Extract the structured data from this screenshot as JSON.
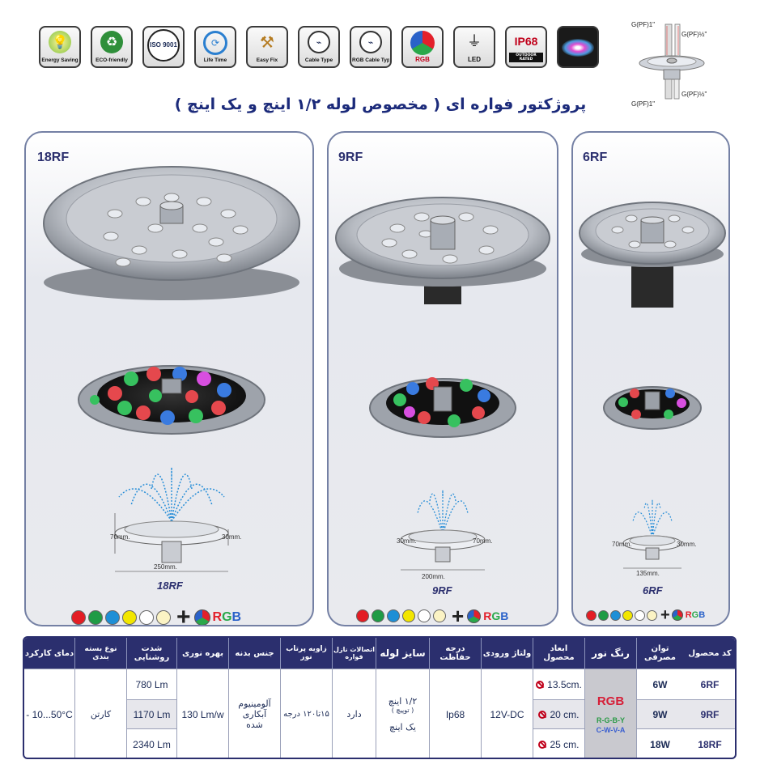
{
  "badges": [
    {
      "label": "Energy Saving",
      "icon": "bulb-icon"
    },
    {
      "label": "ECO-friendly",
      "icon": "recycle-icon"
    },
    {
      "label": "ISO 9001",
      "icon": "iso-seal-icon"
    },
    {
      "label": "Life Time",
      "icon": "clock-icon"
    },
    {
      "label": "Easy Fix",
      "icon": "tools-icon"
    },
    {
      "label": "Cable Type",
      "icon": "cable-icon"
    },
    {
      "label": "RGB Cable Type",
      "icon": "rgb-cable-icon"
    },
    {
      "label": "RGB",
      "icon": "rgb-wheel-icon"
    },
    {
      "label": "LED",
      "icon": "led-icon"
    },
    {
      "label": "IP68",
      "sub": "OUTDOOR RATED",
      "icon": "ip68-icon"
    },
    {
      "label": "",
      "icon": "fountain-photo-icon"
    }
  ],
  "pipe_diagram": {
    "top_left": "G(PF)1\"",
    "top_right": "G(PF)½\"",
    "bottom_left": "G(PF)1\"",
    "bottom_right": "G(PF)½\""
  },
  "headline": "پروژکتور فواره ای ( مخصوص لوله ۱/۲ اینچ و یک اینچ )",
  "panels": [
    {
      "title": "18RF",
      "width_label": "250mm.",
      "height_label": "70mm.",
      "depth_label": "30mm.",
      "model_label": "18RF",
      "rgb_label": "RGB"
    },
    {
      "title": "9RF",
      "width_label": "200mm.",
      "height_label": "70mm.",
      "depth_label": "30mm.",
      "model_label": "9RF",
      "rgb_label": "RGB"
    },
    {
      "title": "6RF",
      "width_label": "135mm.",
      "height_label": "70mm.",
      "depth_label": "30mm.",
      "model_label": "6RF",
      "rgb_label": "RGB"
    }
  ],
  "colors": {
    "red": "#e31d24",
    "green": "#1f9b45",
    "blue": "#1e8fd6",
    "yellow": "#f2e600",
    "white": "#ffffff",
    "warm": "#fbf3c4",
    "navy": "#2b2f6e"
  },
  "table": {
    "headers": [
      "کد محصول",
      "توان مصرفی",
      "رنگ نور",
      "ابعاد محصول",
      "ولتاژ ورودی",
      "درجه حفاظت",
      "سایز لوله",
      "اتصالات نازل فواره",
      "زاویه پرتاب نور",
      "جنس بدنه",
      "بهره نوری",
      "شدت روشنایی",
      "نوع بسته بندی",
      "دمای کارکرد"
    ],
    "rows": [
      {
        "code": "6RF",
        "power": "6W",
        "size": "13.5cm.",
        "lumen": "780 Lm"
      },
      {
        "code": "9RF",
        "power": "9W",
        "size": "20 cm.",
        "lumen": "1170 Lm"
      },
      {
        "code": "18RF",
        "power": "18W",
        "size": "25 cm.",
        "lumen": "2340 Lm"
      }
    ],
    "light_color_main": "RGB",
    "light_color_alt_1": "R-G-B-Y",
    "light_color_alt_2": "C-W-V-A",
    "voltage": "12V-DC",
    "protection": "Ip68",
    "pipe_size_1": "۱/۲ اینچ",
    "pipe_size_1_note": "( توپیچ )",
    "pipe_size_2": "یک اینچ",
    "nozzle": "دارد",
    "beam_angle": "۱۵تا۱۲۰ درجه",
    "body_material": "آلومینیوم آبکاری شده",
    "efficacy": "130 Lm/w",
    "packaging": "کارتن",
    "temperature": "- 10...50°C"
  }
}
